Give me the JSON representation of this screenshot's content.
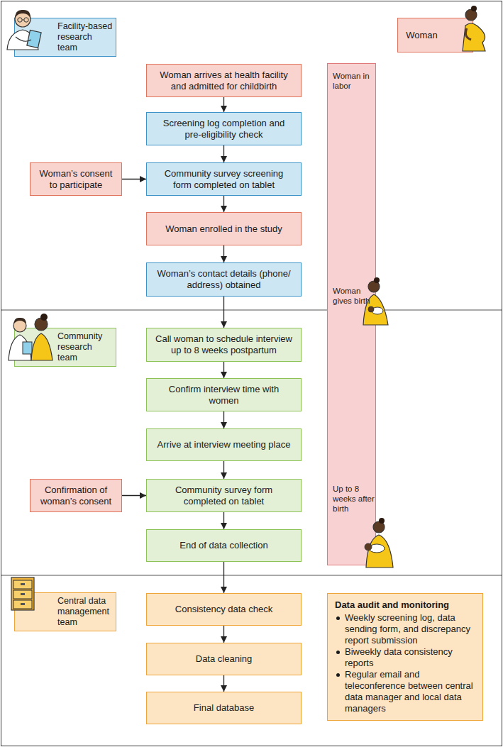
{
  "diagram": {
    "nodes": [
      {
        "text": [
          "Facility-based research team"
        ]
      },
      {
        "text": [
          "Woman"
        ]
      },
      {
        "text": [
          "Woman arrives at health facility and admitted for childbirth"
        ]
      },
      {
        "text": [
          "Woman in labor",
          "Woman gives birth",
          "Up to 8 weeks after birth"
        ]
      },
      {
        "text": [
          "Screening log completion and pre-eligibility check"
        ]
      },
      {
        "text": [
          "Woman’s consent to participate"
        ]
      },
      {
        "text": [
          "Community survey screening form completed on tablet"
        ]
      },
      {
        "text": [
          "Woman enrolled in the study"
        ]
      },
      {
        "text": [
          "Woman’s contact details (phone/ address) obtained"
        ]
      },
      {
        "text": [
          "Community research team"
        ]
      },
      {
        "text": [
          "Call woman to schedule interview up to 8 weeks postpartum"
        ]
      },
      {
        "text": [
          "Confirm interview time with women"
        ]
      },
      {
        "text": [
          "Arrive at interview meeting place"
        ]
      },
      {
        "text": [
          "Confirmation of woman’s consent"
        ]
      },
      {
        "text": [
          "Community survey form completed on tablet"
        ]
      },
      {
        "text": [
          "End of data collection"
        ]
      },
      {
        "text": [
          "Central data management team"
        ]
      },
      {
        "text": [
          "Consistency data check"
        ]
      },
      {
        "text": [
          "Data audit and monitoring",
          "Weekly screening log, data sending form, and discrepancy report submission",
          "Biweekly data consistency reports",
          "Regular email and teleconference between central data manager and local data managers"
        ]
      },
      {
        "text": [
          "Data cleaning"
        ]
      },
      {
        "text": [
          "Final database"
        ]
      }
    ],
    "edges": [
      {
        "from": 2,
        "to": 4,
        "arrow": "to"
      },
      {
        "from": 4,
        "to": 6,
        "arrow": "to"
      },
      {
        "from": 5,
        "to": 6,
        "arrow": "to"
      },
      {
        "from": 6,
        "to": 7,
        "arrow": "to"
      },
      {
        "from": 7,
        "to": 8,
        "arrow": "to"
      },
      {
        "from": 8,
        "to": 10,
        "arrow": "to"
      },
      {
        "from": 10,
        "to": 11,
        "arrow": "to"
      },
      {
        "from": 11,
        "to": 12,
        "arrow": "to"
      },
      {
        "from": 12,
        "to": 14,
        "arrow": "to"
      },
      {
        "from": 13,
        "to": 14,
        "arrow": "to"
      },
      {
        "from": 14,
        "to": 15,
        "arrow": "to"
      },
      {
        "from": 15,
        "to": 17,
        "arrow": "to"
      },
      {
        "from": 17,
        "to": 19,
        "arrow": "to"
      },
      {
        "from": 19,
        "to": 20,
        "arrow": "to"
      }
    ]
  }
}
